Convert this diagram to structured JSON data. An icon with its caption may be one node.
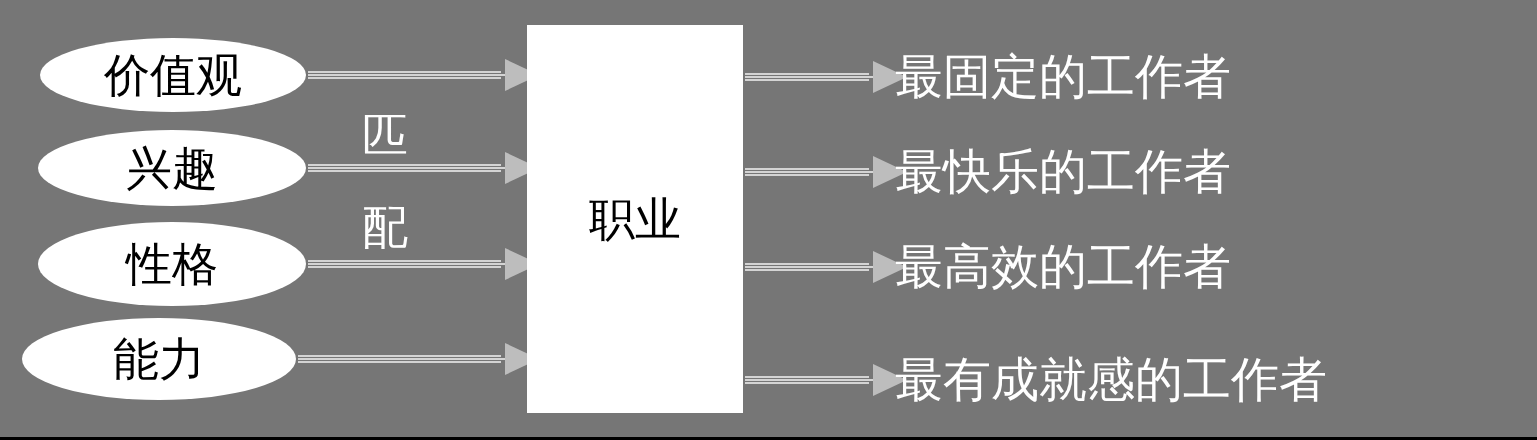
{
  "diagram": {
    "nodes": [
      {
        "text": [
          "价值观"
        ]
      },
      {
        "text": [
          "兴趣"
        ]
      },
      {
        "text": [
          "性格"
        ]
      },
      {
        "text": [
          "能力"
        ]
      },
      {
        "text": [
          "职业"
        ]
      },
      {
        "text": [
          "最固定的工作者"
        ]
      },
      {
        "text": [
          "最快乐的工作者"
        ]
      },
      {
        "text": [
          "最高效的工作者"
        ]
      },
      {
        "text": [
          "最有成就感的工作者"
        ]
      }
    ],
    "edges": [
      {
        "from": 0,
        "to": 4,
        "arrow": "to"
      },
      {
        "from": 1,
        "to": 4,
        "arrow": "to"
      },
      {
        "from": 2,
        "to": 4,
        "arrow": "to"
      },
      {
        "from": 3,
        "to": 4,
        "arrow": "to"
      },
      {
        "from": 4,
        "to": 5,
        "arrow": "to"
      },
      {
        "from": 4,
        "to": 6,
        "arrow": "to"
      },
      {
        "from": 4,
        "to": 7,
        "arrow": "to"
      },
      {
        "from": 4,
        "to": 8,
        "arrow": "to"
      }
    ],
    "labels": [
      "匹配"
    ]
  }
}
